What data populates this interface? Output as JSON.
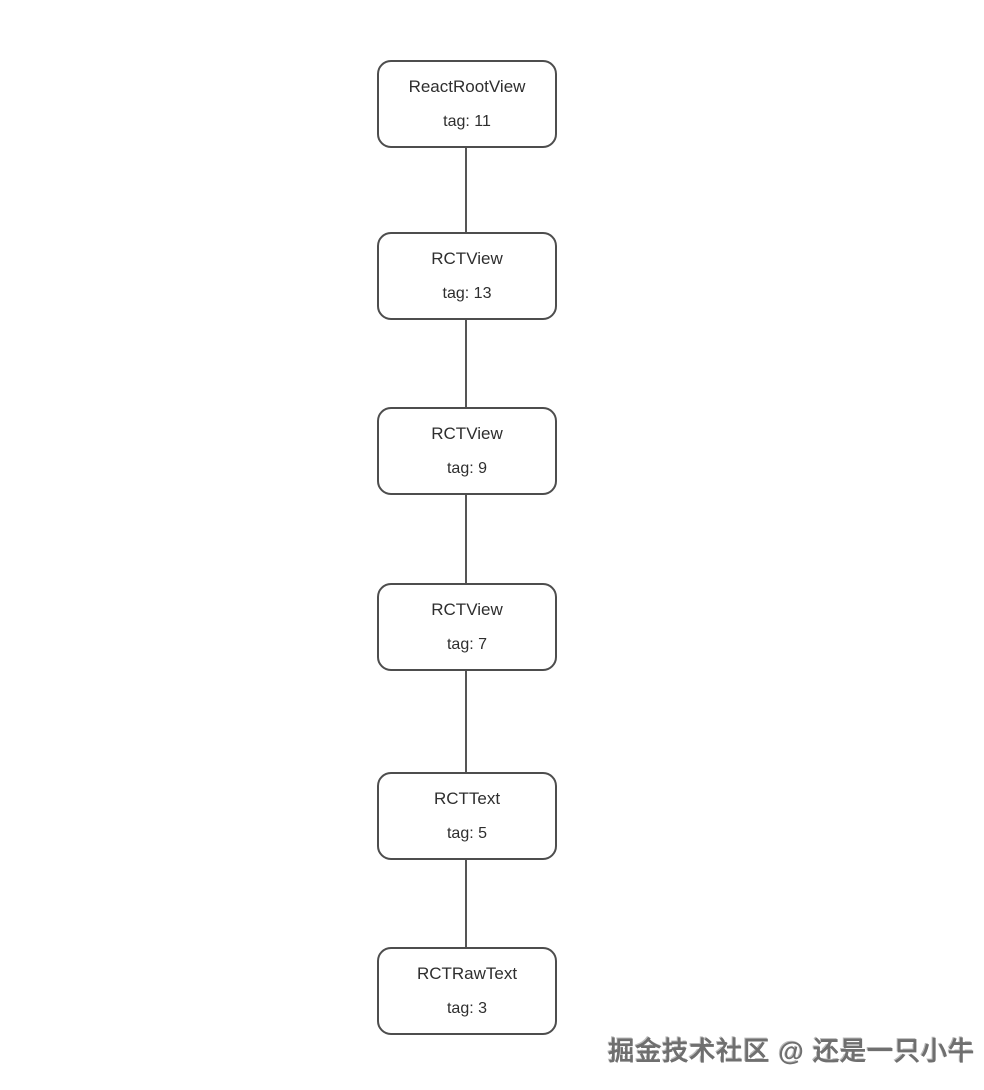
{
  "diagram": {
    "description": "React Native shadow view hierarchy tree (single-branch chain)",
    "nodes": [
      {
        "label": "ReactRootView",
        "tag": "tag: 11"
      },
      {
        "label": "RCTView",
        "tag": "tag: 13"
      },
      {
        "label": "RCTView",
        "tag": "tag: 9"
      },
      {
        "label": "RCTView",
        "tag": "tag: 7"
      },
      {
        "label": "RCTText",
        "tag": "tag: 5"
      },
      {
        "label": "RCTRawText",
        "tag": "tag: 3"
      }
    ],
    "colors": {
      "background": "#ffffff",
      "node_border": "#4d4d4d",
      "node_fill": "#ffffff",
      "node_text": "#2e2e2e",
      "connector": "#555555",
      "watermark_text": "#6f6f6f"
    }
  },
  "watermark": {
    "text": "掘金技术社区 @ 还是一只小牛"
  }
}
